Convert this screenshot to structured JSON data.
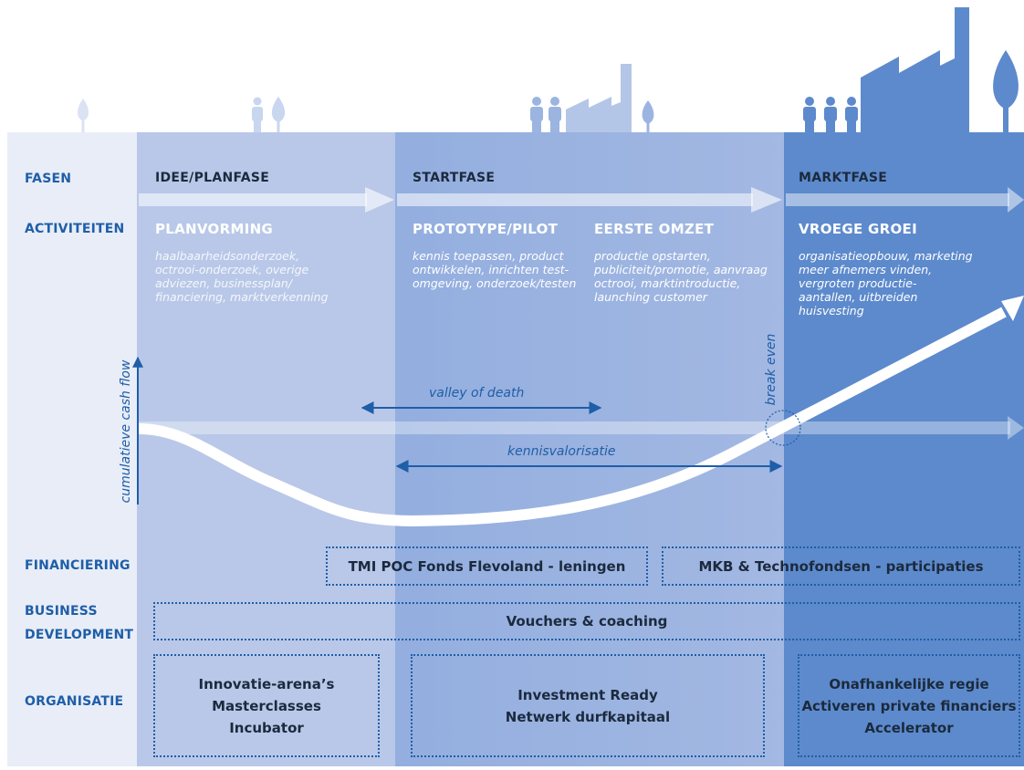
{
  "colors": {
    "col_labels": "#e8edf7",
    "col_idee": "#b9c8e8",
    "col_start": "#93aedf",
    "col_start_right": "#a3b8e2",
    "col_markt": "#5d8acc",
    "label_blue": "#1f5ea8",
    "dark_text": "#1b2a3d",
    "icon_blue": "#6f93d4",
    "icon_light": "#c9d6ef"
  },
  "row_labels": {
    "fasen": "FASEN",
    "activiteiten": "ACTIVITEITEN",
    "financiering": "FINANCIERING",
    "business_line1": "BUSINESS",
    "business_line2": "DEVELOPMENT",
    "organisatie": "ORGANISATIE"
  },
  "phases": {
    "idee": "IDEE/PLANFASE",
    "start": "STARTFASE",
    "markt": "MARKTFASE"
  },
  "activities": [
    {
      "title": "PLANVORMING",
      "lines": [
        "haalbaarheidsonderzoek,",
        "octrooi-onderzoek, overige",
        "adviezen, businessplan/",
        "financiering, marktverkenning"
      ]
    },
    {
      "title": "PROTOTYPE/PILOT",
      "lines": [
        "kennis toepassen, product",
        "ontwikkelen, inrichten test-",
        "omgeving, onderzoek/testen"
      ]
    },
    {
      "title": "EERSTE OMZET",
      "lines": [
        "productie opstarten,",
        "publiciteit/promotie, aanvraag",
        "octrooi, marktintroductie,",
        "launching customer"
      ]
    },
    {
      "title": "VROEGE GROEI",
      "lines": [
        "organisatieopbouw, marketing",
        "meer afnemers vinden,",
        "vergroten productie-",
        "aantallen, uitbreiden",
        "huisvesting"
      ]
    }
  ],
  "curve_labels": {
    "y_axis": "cumulatieve cash flow",
    "valley": "valley of death",
    "kennis": "kennisvalorisatie",
    "break_even": "break even"
  },
  "financing": {
    "tmi": "TMI POC Fonds Flevoland - leningen",
    "mkb": "MKB & Technofondsen - participaties"
  },
  "business": {
    "vouchers": "Vouchers & coaching"
  },
  "organisatie": {
    "col1": [
      "Innovatie-arena’s",
      "Masterclasses",
      "Incubator"
    ],
    "col2": [
      "Investment Ready",
      "Netwerk durfkapitaal"
    ],
    "col3": [
      "Onafhankelijke regie",
      "Activeren private financiers",
      "Accelerator"
    ]
  }
}
